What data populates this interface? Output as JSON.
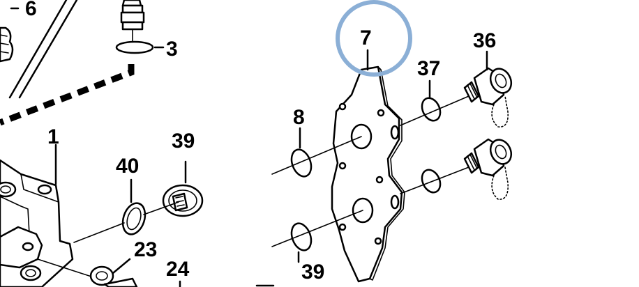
{
  "callouts": {
    "c6": "6",
    "c3": "3",
    "c1": "1",
    "c39_left": "39",
    "c40": "40",
    "c23": "23",
    "c24": "24",
    "c7": "7",
    "c36": "36",
    "c37": "37",
    "c8": "8",
    "c39_bottom": "39"
  },
  "highlight_color": "#8bafd6",
  "line_color": "#000000"
}
